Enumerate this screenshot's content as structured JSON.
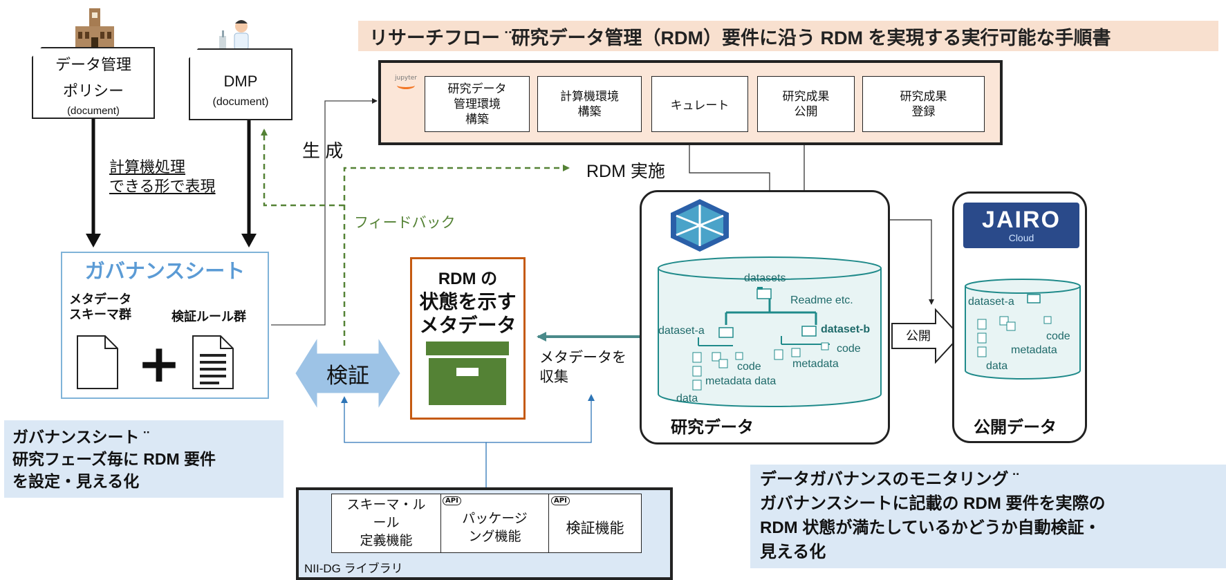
{
  "top_banner": {
    "title": "リサーチフロー ¨研究データ管理（RDM）要件に沿う RDM を実現する実行可能な手順書"
  },
  "policy_doc": {
    "line1": "データ管理",
    "line2": "ポリシー",
    "type": "(document)"
  },
  "dmp_doc": {
    "title": "DMP",
    "type": "(document)"
  },
  "left_arrow_label": {
    "line1": "計算機処理",
    "line2": "できる形で表現"
  },
  "generate_label": "生 成",
  "rdm_execute_label": "RDM 実施",
  "feedback_label": "フィードバック",
  "jupyter_logo_text": "jupyter",
  "workflow_steps": [
    {
      "line1": "研究データ",
      "line2": "管理環境",
      "line3": "構築"
    },
    {
      "line1": "計算機環境",
      "line2": "構築",
      "line3": ""
    },
    {
      "line1": "キュレート",
      "line2": "",
      "line3": ""
    },
    {
      "line1": "研究成果",
      "line2": "公開",
      "line3": ""
    },
    {
      "line1": "研究成果",
      "line2": "登録",
      "line3": ""
    }
  ],
  "governance_sheet": {
    "title": "ガバナンスシート",
    "schema_label_1": "メタデータ",
    "schema_label_2": "スキーマ群",
    "rules_label": "検証ルール群",
    "plus": "+"
  },
  "verify_label": "検証",
  "rdm_metadata_box": {
    "line1": "RDM の",
    "line2": "状態を示す",
    "line3": "メタデータ"
  },
  "collect_label": {
    "line1": "メタデータを",
    "line2": "収集"
  },
  "research_data": {
    "tree_root": "datasets",
    "readme": "Readme etc.",
    "dataset_a": "dataset-a",
    "dataset_b": "dataset-b",
    "code": "code",
    "metadata": "metadata",
    "metadata_data": "metadata data",
    "data": "data",
    "caption": "研究データ"
  },
  "publish_label": "公開",
  "public_data": {
    "logo_main": "JAIRO",
    "logo_sub": "Cloud",
    "dataset_a": "dataset-a",
    "code": "code",
    "metadata": "metadata",
    "data": "data",
    "caption": "公開データ"
  },
  "gov_note": {
    "line1": "ガバナンスシート ¨",
    "line2": "研究フェーズ毎に RDM 要件",
    "line3": "を設定・見える化"
  },
  "library": {
    "cells": [
      {
        "line1": "スキーマ・ル",
        "line2": "ール",
        "line3": "定義機能"
      },
      {
        "line1": "パッケージ",
        "line2": "ング機能",
        "line3": ""
      },
      {
        "line1": "検証機能",
        "line2": "",
        "line3": ""
      }
    ],
    "api_badge": "API",
    "name": "NII-DG ライブラリ"
  },
  "monitoring_note": {
    "line1": "データガバナンスのモニタリング ¨",
    "line2": "ガバナンスシートに記載の RDM 要件を実際の",
    "line3": "RDM 状態が満たしているかどうか自動検証・",
    "line4": "見える化"
  },
  "colors": {
    "banner_bg": "#f8e0cf",
    "workflow_bg": "#fbe6d8",
    "gov_border": "#7fb3d8",
    "gov_title": "#5b9bd5",
    "note_bg": "#dbe8f5",
    "teal": "#1f8a8a",
    "green": "#548235",
    "box_border": "#c55a11",
    "blue_arrow": "#9dc3e6",
    "line_blue": "#2e75b6"
  }
}
